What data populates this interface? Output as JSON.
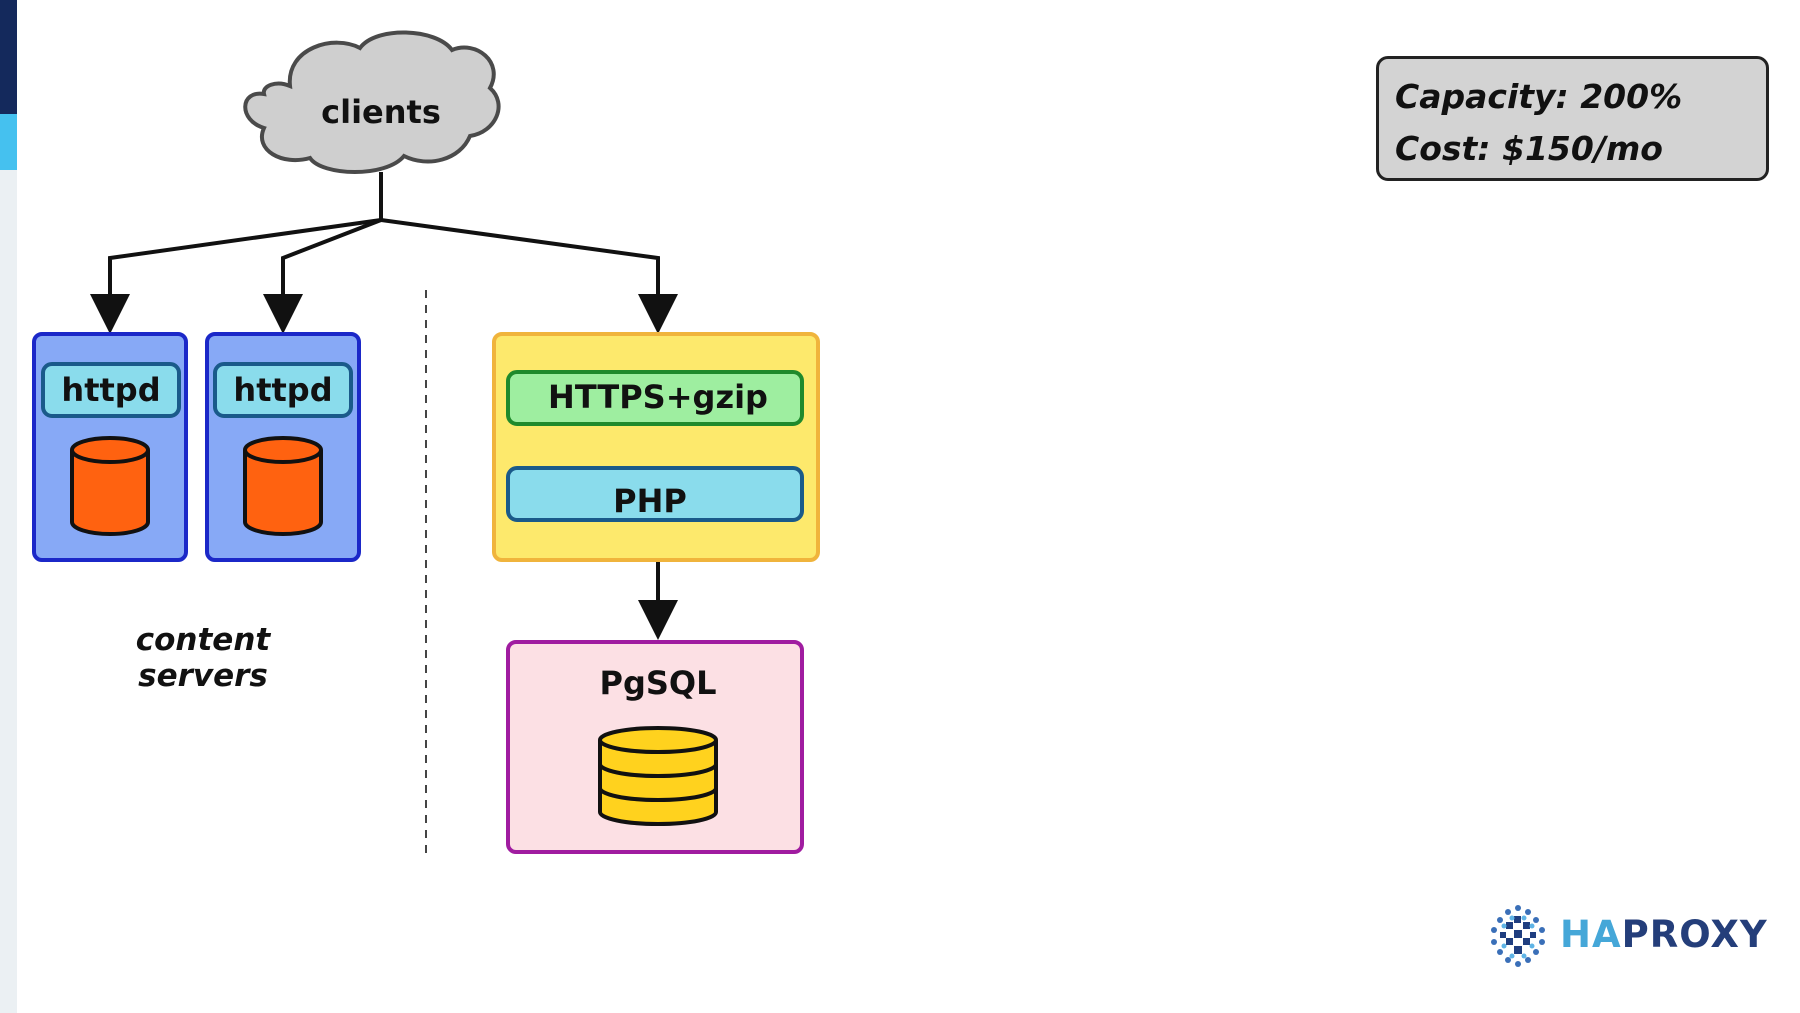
{
  "diagram": {
    "clients_label": "clients",
    "content_servers": [
      {
        "label": "httpd"
      },
      {
        "label": "httpd"
      }
    ],
    "content_servers_caption_line1": "content",
    "content_servers_caption_line2": "servers",
    "app_server": {
      "layer_top": "HTTPS+gzip",
      "layer_bottom": "PHP"
    },
    "database_label": "PgSQL"
  },
  "info_box": {
    "capacity": "Capacity: 200%",
    "cost": "Cost: $150/mo"
  },
  "logo": {
    "text_ha": "HA",
    "text_proxy": "PROXY",
    "color_ha": "#45a7d8",
    "color_proxy": "#243e7a"
  },
  "colors": {
    "server_box": "#87a9f6",
    "server_border": "#1b28c8",
    "httpd_label": "#8adcec",
    "disk": "#ff6210",
    "app_box": "#fde96c",
    "app_border": "#f0b43c",
    "https_layer": "#9eeea0",
    "php_layer": "#8adcec",
    "db_box": "#fce0e4",
    "db_border": "#a01ca0",
    "db_icon": "#ffd21e",
    "cloud": "#cfcfcf"
  }
}
